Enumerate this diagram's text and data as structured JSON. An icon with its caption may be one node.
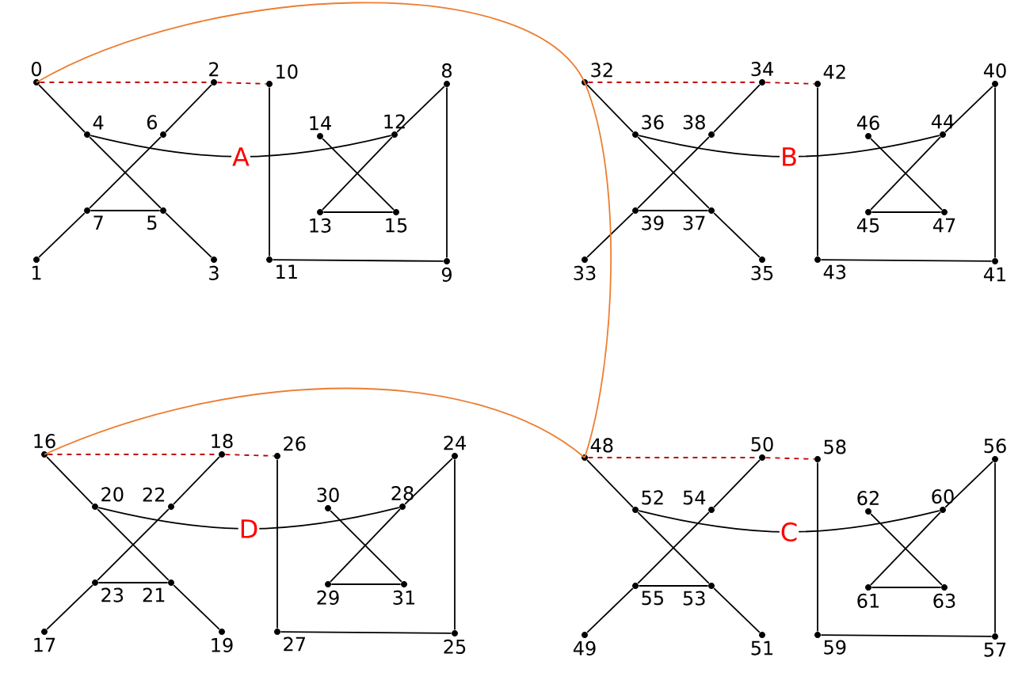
{
  "diagram": {
    "nodes": [
      {
        "text": [],
        "shape": "circle",
        "beside": [
          "0"
        ]
      },
      {
        "text": [],
        "shape": "circle",
        "beside": [
          "1"
        ]
      },
      {
        "text": [],
        "shape": "circle",
        "beside": [
          "2"
        ]
      },
      {
        "text": [],
        "shape": "circle",
        "beside": [
          "3"
        ]
      },
      {
        "text": [],
        "shape": "circle",
        "beside": [
          "4"
        ]
      },
      {
        "text": [],
        "shape": "circle",
        "beside": [
          "5"
        ]
      },
      {
        "text": [],
        "shape": "circle",
        "beside": [
          "6"
        ]
      },
      {
        "text": [],
        "shape": "circle",
        "beside": [
          "7"
        ]
      },
      {
        "text": [],
        "shape": "circle",
        "beside": [
          "8"
        ]
      },
      {
        "text": [],
        "shape": "circle",
        "beside": [
          "9"
        ]
      },
      {
        "text": [],
        "shape": "circle",
        "beside": [
          "10"
        ]
      },
      {
        "text": [],
        "shape": "circle",
        "beside": [
          "11"
        ]
      },
      {
        "text": [],
        "shape": "circle",
        "beside": [
          "12"
        ]
      },
      {
        "text": [],
        "shape": "circle",
        "beside": [
          "13"
        ]
      },
      {
        "text": [],
        "shape": "circle",
        "beside": [
          "14"
        ]
      },
      {
        "text": [],
        "shape": "circle",
        "beside": [
          "15"
        ]
      },
      {
        "text": [],
        "shape": "circle",
        "beside": [
          "16"
        ]
      },
      {
        "text": [],
        "shape": "circle",
        "beside": [
          "17"
        ]
      },
      {
        "text": [],
        "shape": "circle",
        "beside": [
          "18"
        ]
      },
      {
        "text": [],
        "shape": "circle",
        "beside": [
          "19"
        ]
      },
      {
        "text": [],
        "shape": "circle",
        "beside": [
          "20"
        ]
      },
      {
        "text": [],
        "shape": "circle",
        "beside": [
          "21"
        ]
      },
      {
        "text": [],
        "shape": "circle",
        "beside": [
          "22"
        ]
      },
      {
        "text": [],
        "shape": "circle",
        "beside": [
          "23"
        ]
      },
      {
        "text": [],
        "shape": "circle",
        "beside": [
          "24"
        ]
      },
      {
        "text": [],
        "shape": "circle",
        "beside": [
          "25"
        ]
      },
      {
        "text": [],
        "shape": "circle",
        "beside": [
          "26"
        ]
      },
      {
        "text": [],
        "shape": "circle",
        "beside": [
          "27"
        ]
      },
      {
        "text": [],
        "shape": "circle",
        "beside": [
          "28"
        ]
      },
      {
        "text": [],
        "shape": "circle",
        "beside": [
          "29"
        ]
      },
      {
        "text": [],
        "shape": "circle",
        "beside": [
          "30"
        ]
      },
      {
        "text": [],
        "shape": "circle",
        "beside": [
          "31"
        ]
      },
      {
        "text": [],
        "shape": "circle",
        "beside": [
          "32"
        ]
      },
      {
        "text": [],
        "shape": "circle",
        "beside": [
          "33"
        ]
      },
      {
        "text": [],
        "shape": "circle",
        "beside": [
          "34"
        ]
      },
      {
        "text": [],
        "shape": "circle",
        "beside": [
          "35"
        ]
      },
      {
        "text": [],
        "shape": "circle",
        "beside": [
          "36"
        ]
      },
      {
        "text": [],
        "shape": "circle",
        "beside": [
          "37"
        ]
      },
      {
        "text": [],
        "shape": "circle",
        "beside": [
          "38"
        ]
      },
      {
        "text": [],
        "shape": "circle",
        "beside": [
          "39"
        ]
      },
      {
        "text": [],
        "shape": "circle",
        "beside": [
          "40"
        ]
      },
      {
        "text": [],
        "shape": "circle",
        "beside": [
          "41"
        ]
      },
      {
        "text": [],
        "shape": "circle",
        "beside": [
          "42"
        ]
      },
      {
        "text": [],
        "shape": "circle",
        "beside": [
          "43"
        ]
      },
      {
        "text": [],
        "shape": "circle",
        "beside": [
          "44"
        ]
      },
      {
        "text": [],
        "shape": "circle",
        "beside": [
          "45"
        ]
      },
      {
        "text": [],
        "shape": "circle",
        "beside": [
          "46"
        ]
      },
      {
        "text": [],
        "shape": "circle",
        "beside": [
          "47"
        ]
      },
      {
        "text": [],
        "shape": "circle",
        "beside": [
          "48"
        ]
      },
      {
        "text": [],
        "shape": "circle",
        "beside": [
          "49"
        ]
      },
      {
        "text": [],
        "shape": "circle",
        "beside": [
          "50"
        ]
      },
      {
        "text": [],
        "shape": "circle",
        "beside": [
          "51"
        ]
      },
      {
        "text": [],
        "shape": "circle",
        "beside": [
          "52"
        ]
      },
      {
        "text": [],
        "shape": "circle",
        "beside": [
          "53"
        ]
      },
      {
        "text": [],
        "shape": "circle",
        "beside": [
          "54"
        ]
      },
      {
        "text": [],
        "shape": "circle",
        "beside": [
          "55"
        ]
      },
      {
        "text": [],
        "shape": "circle",
        "beside": [
          "56"
        ]
      },
      {
        "text": [],
        "shape": "circle",
        "beside": [
          "57"
        ]
      },
      {
        "text": [],
        "shape": "circle",
        "beside": [
          "58"
        ]
      },
      {
        "text": [],
        "shape": "circle",
        "beside": [
          "59"
        ]
      },
      {
        "text": [],
        "shape": "circle",
        "beside": [
          "60"
        ]
      },
      {
        "text": [],
        "shape": "circle",
        "beside": [
          "61"
        ]
      },
      {
        "text": [],
        "shape": "circle",
        "beside": [
          "62"
        ]
      },
      {
        "text": [],
        "shape": "circle",
        "beside": [
          "63"
        ]
      }
    ],
    "edges": [
      {
        "from": 0,
        "to": 4,
        "arrow": "none"
      },
      {
        "from": 4,
        "to": 5,
        "arrow": "none"
      },
      {
        "from": 5,
        "to": 3,
        "arrow": "none"
      },
      {
        "from": 2,
        "to": 6,
        "arrow": "none"
      },
      {
        "from": 6,
        "to": 7,
        "arrow": "none"
      },
      {
        "from": 7,
        "to": 1,
        "arrow": "none"
      },
      {
        "from": 7,
        "to": 5,
        "arrow": "none"
      },
      {
        "from": 4,
        "to": 12,
        "arrow": "none",
        "label": "A"
      },
      {
        "from": 10,
        "to": 11,
        "arrow": "none"
      },
      {
        "from": 11,
        "to": 9,
        "arrow": "none"
      },
      {
        "from": 9,
        "to": 8,
        "arrow": "none"
      },
      {
        "from": 8,
        "to": 12,
        "arrow": "none"
      },
      {
        "from": 12,
        "to": 13,
        "arrow": "none"
      },
      {
        "from": 14,
        "to": 15,
        "arrow": "none"
      },
      {
        "from": 13,
        "to": 15,
        "arrow": "none"
      },
      {
        "from": 0,
        "to": 2,
        "arrow": "none",
        "style": "dashed",
        "color": "#c00000"
      },
      {
        "from": 2,
        "to": 10,
        "arrow": "none",
        "style": "dashed",
        "color": "#c00000"
      },
      {
        "from": 16,
        "to": 20,
        "arrow": "none"
      },
      {
        "from": 20,
        "to": 21,
        "arrow": "none"
      },
      {
        "from": 21,
        "to": 19,
        "arrow": "none"
      },
      {
        "from": 18,
        "to": 22,
        "arrow": "none"
      },
      {
        "from": 22,
        "to": 23,
        "arrow": "none"
      },
      {
        "from": 23,
        "to": 17,
        "arrow": "none"
      },
      {
        "from": 23,
        "to": 21,
        "arrow": "none"
      },
      {
        "from": 20,
        "to": 28,
        "arrow": "none",
        "label": "D"
      },
      {
        "from": 26,
        "to": 27,
        "arrow": "none"
      },
      {
        "from": 27,
        "to": 25,
        "arrow": "none"
      },
      {
        "from": 25,
        "to": 24,
        "arrow": "none"
      },
      {
        "from": 24,
        "to": 28,
        "arrow": "none"
      },
      {
        "from": 28,
        "to": 29,
        "arrow": "none"
      },
      {
        "from": 30,
        "to": 31,
        "arrow": "none"
      },
      {
        "from": 29,
        "to": 31,
        "arrow": "none"
      },
      {
        "from": 16,
        "to": 18,
        "arrow": "none",
        "style": "dashed",
        "color": "#c00000"
      },
      {
        "from": 18,
        "to": 26,
        "arrow": "none",
        "style": "dashed",
        "color": "#c00000"
      },
      {
        "from": 32,
        "to": 36,
        "arrow": "none"
      },
      {
        "from": 36,
        "to": 37,
        "arrow": "none"
      },
      {
        "from": 37,
        "to": 35,
        "arrow": "none"
      },
      {
        "from": 34,
        "to": 38,
        "arrow": "none"
      },
      {
        "from": 38,
        "to": 39,
        "arrow": "none"
      },
      {
        "from": 39,
        "to": 33,
        "arrow": "none"
      },
      {
        "from": 39,
        "to": 37,
        "arrow": "none"
      },
      {
        "from": 36,
        "to": 44,
        "arrow": "none",
        "label": "B"
      },
      {
        "from": 42,
        "to": 43,
        "arrow": "none"
      },
      {
        "from": 43,
        "to": 41,
        "arrow": "none"
      },
      {
        "from": 41,
        "to": 40,
        "arrow": "none"
      },
      {
        "from": 40,
        "to": 44,
        "arrow": "none"
      },
      {
        "from": 44,
        "to": 45,
        "arrow": "none"
      },
      {
        "from": 46,
        "to": 47,
        "arrow": "none"
      },
      {
        "from": 45,
        "to": 47,
        "arrow": "none"
      },
      {
        "from": 32,
        "to": 34,
        "arrow": "none",
        "style": "dashed",
        "color": "#c00000"
      },
      {
        "from": 34,
        "to": 42,
        "arrow": "none",
        "style": "dashed",
        "color": "#c00000"
      },
      {
        "from": 48,
        "to": 52,
        "arrow": "none"
      },
      {
        "from": 52,
        "to": 53,
        "arrow": "none"
      },
      {
        "from": 53,
        "to": 51,
        "arrow": "none"
      },
      {
        "from": 50,
        "to": 54,
        "arrow": "none"
      },
      {
        "from": 54,
        "to": 55,
        "arrow": "none"
      },
      {
        "from": 55,
        "to": 49,
        "arrow": "none"
      },
      {
        "from": 55,
        "to": 53,
        "arrow": "none"
      },
      {
        "from": 52,
        "to": 60,
        "arrow": "none",
        "label": "C"
      },
      {
        "from": 58,
        "to": 59,
        "arrow": "none"
      },
      {
        "from": 59,
        "to": 57,
        "arrow": "none"
      },
      {
        "from": 57,
        "to": 56,
        "arrow": "none"
      },
      {
        "from": 56,
        "to": 60,
        "arrow": "none"
      },
      {
        "from": 60,
        "to": 61,
        "arrow": "none"
      },
      {
        "from": 62,
        "to": 63,
        "arrow": "none"
      },
      {
        "from": 61,
        "to": 63,
        "arrow": "none"
      },
      {
        "from": 48,
        "to": 50,
        "arrow": "none",
        "style": "dashed",
        "color": "#c00000"
      },
      {
        "from": 50,
        "to": 58,
        "arrow": "none",
        "style": "dashed",
        "color": "#c00000"
      },
      {
        "from": 0,
        "to": 32,
        "arrow": "none",
        "color": "#ed7d31"
      },
      {
        "from": 32,
        "to": 48,
        "arrow": "none",
        "color": "#ed7d31"
      },
      {
        "from": 16,
        "to": 48,
        "arrow": "none",
        "color": "#ed7d31"
      }
    ]
  }
}
